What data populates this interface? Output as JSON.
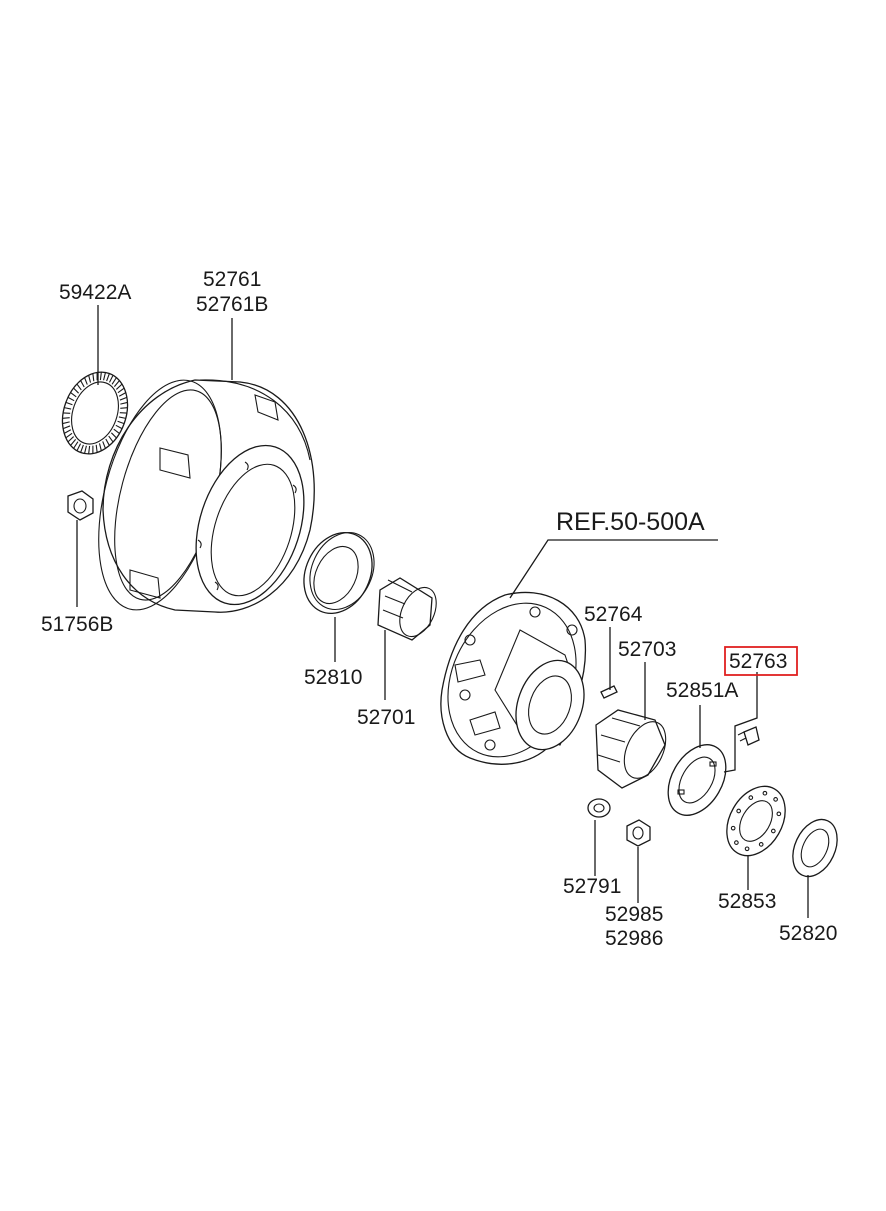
{
  "colors": {
    "line": "#1a1a1a",
    "highlight": "#e02020",
    "background": "#ffffff"
  },
  "labels": {
    "tone_ring": "59422A",
    "drum_1": "52761",
    "drum_2": "52761B",
    "nut_small": "51756B",
    "seal_inner": "52810",
    "bearing_inner": "52701",
    "hub_ref": "REF.50-500A",
    "pin": "52764",
    "bearing_outer": "52703",
    "retainer": "52851A",
    "bolt": "52763",
    "nut_a": "52791",
    "nut_b_1": "52985",
    "nut_b_2": "52986",
    "lock_washer": "52853",
    "seal_outer": "52820"
  },
  "highlighted_part": "52763"
}
